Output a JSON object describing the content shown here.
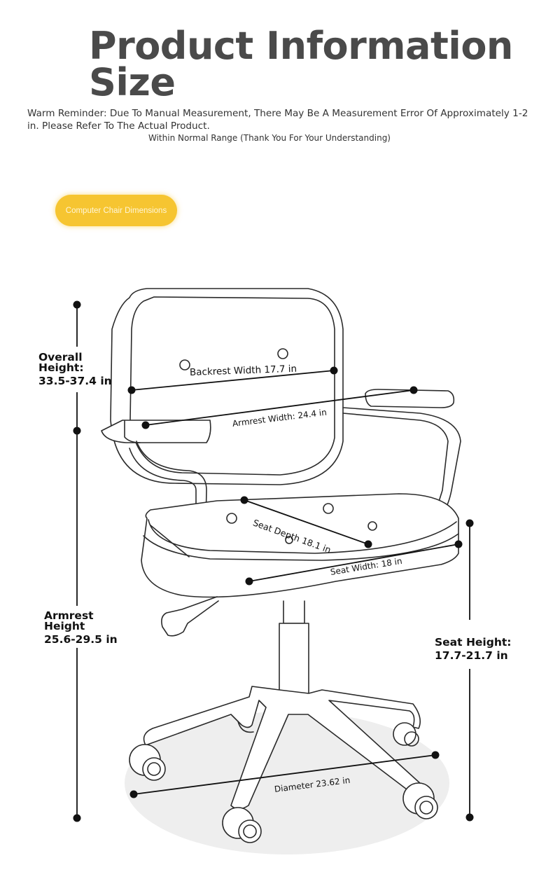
{
  "header": {
    "title_line1": "Product Information",
    "title_line2": "Size",
    "reminder": "Warm Reminder: Due To Manual Measurement, There May Be A Measurement Error Of Approximately 1-2 in. Please Refer To The Actual Product.",
    "note": "Within Normal Range (Thank You For Your Understanding)"
  },
  "section_tag": "Computer Chair Dimensions",
  "dimensions": {
    "overall_height": {
      "label_line1": "Overall",
      "label_line2": "Height:",
      "value": "33.5-37.4 in"
    },
    "armrest_height": {
      "label_line1": "Armrest",
      "label_line2": "Height",
      "value": "25.6-29.5 in"
    },
    "seat_height": {
      "label": "Seat Height:",
      "value": "17.7-21.7 in"
    },
    "backrest_width": "Backrest Width 17.7 in",
    "armrest_width": "Armrest Width: 24.4 in",
    "seat_depth": "Seat Depth 18.1 in",
    "seat_width": "Seat Width: 18 in",
    "diameter": "Diameter 23.62 in"
  },
  "colors": {
    "accent": "#f6c531",
    "title": "#4a4a4a",
    "line": "#222222"
  }
}
